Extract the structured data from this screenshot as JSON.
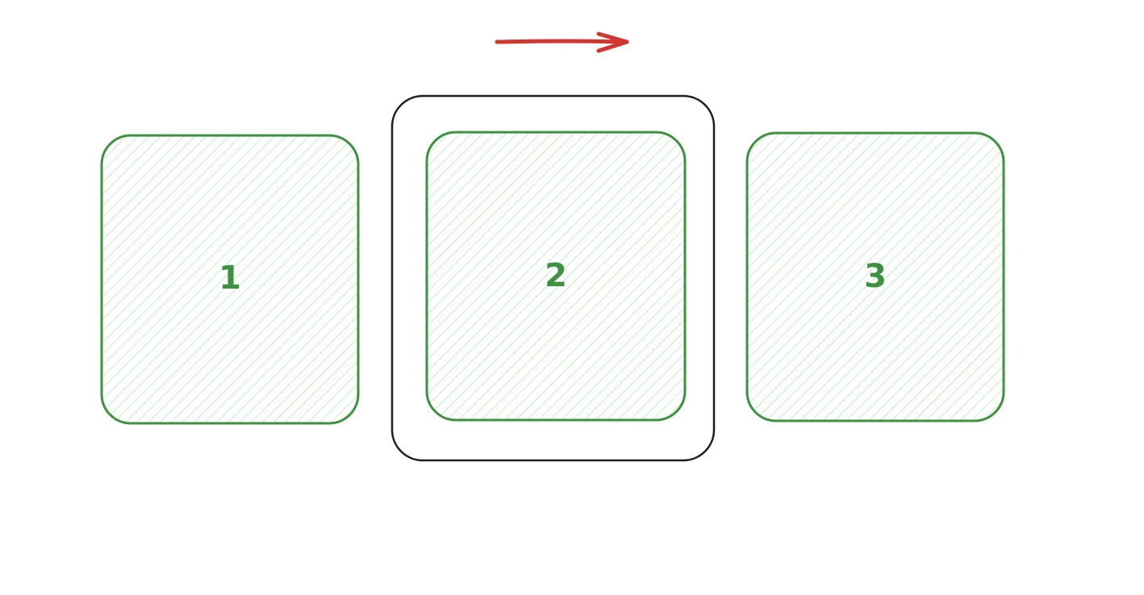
{
  "colors": {
    "background": "#ffffff",
    "card_stroke": "#3f9142",
    "card_hatch": "#a8e2a6",
    "card_label": "#3f9142",
    "frame_stroke": "#1e1e1e",
    "arrow_stroke": "#d0372e"
  },
  "diagram": {
    "arrow": {
      "direction": "right",
      "icon": "arrow-right-icon"
    },
    "selection_frame": {
      "icon": "selection-frame",
      "highlights_card": "2"
    },
    "cards": [
      {
        "label": "1"
      },
      {
        "label": "2"
      },
      {
        "label": "3"
      }
    ]
  }
}
